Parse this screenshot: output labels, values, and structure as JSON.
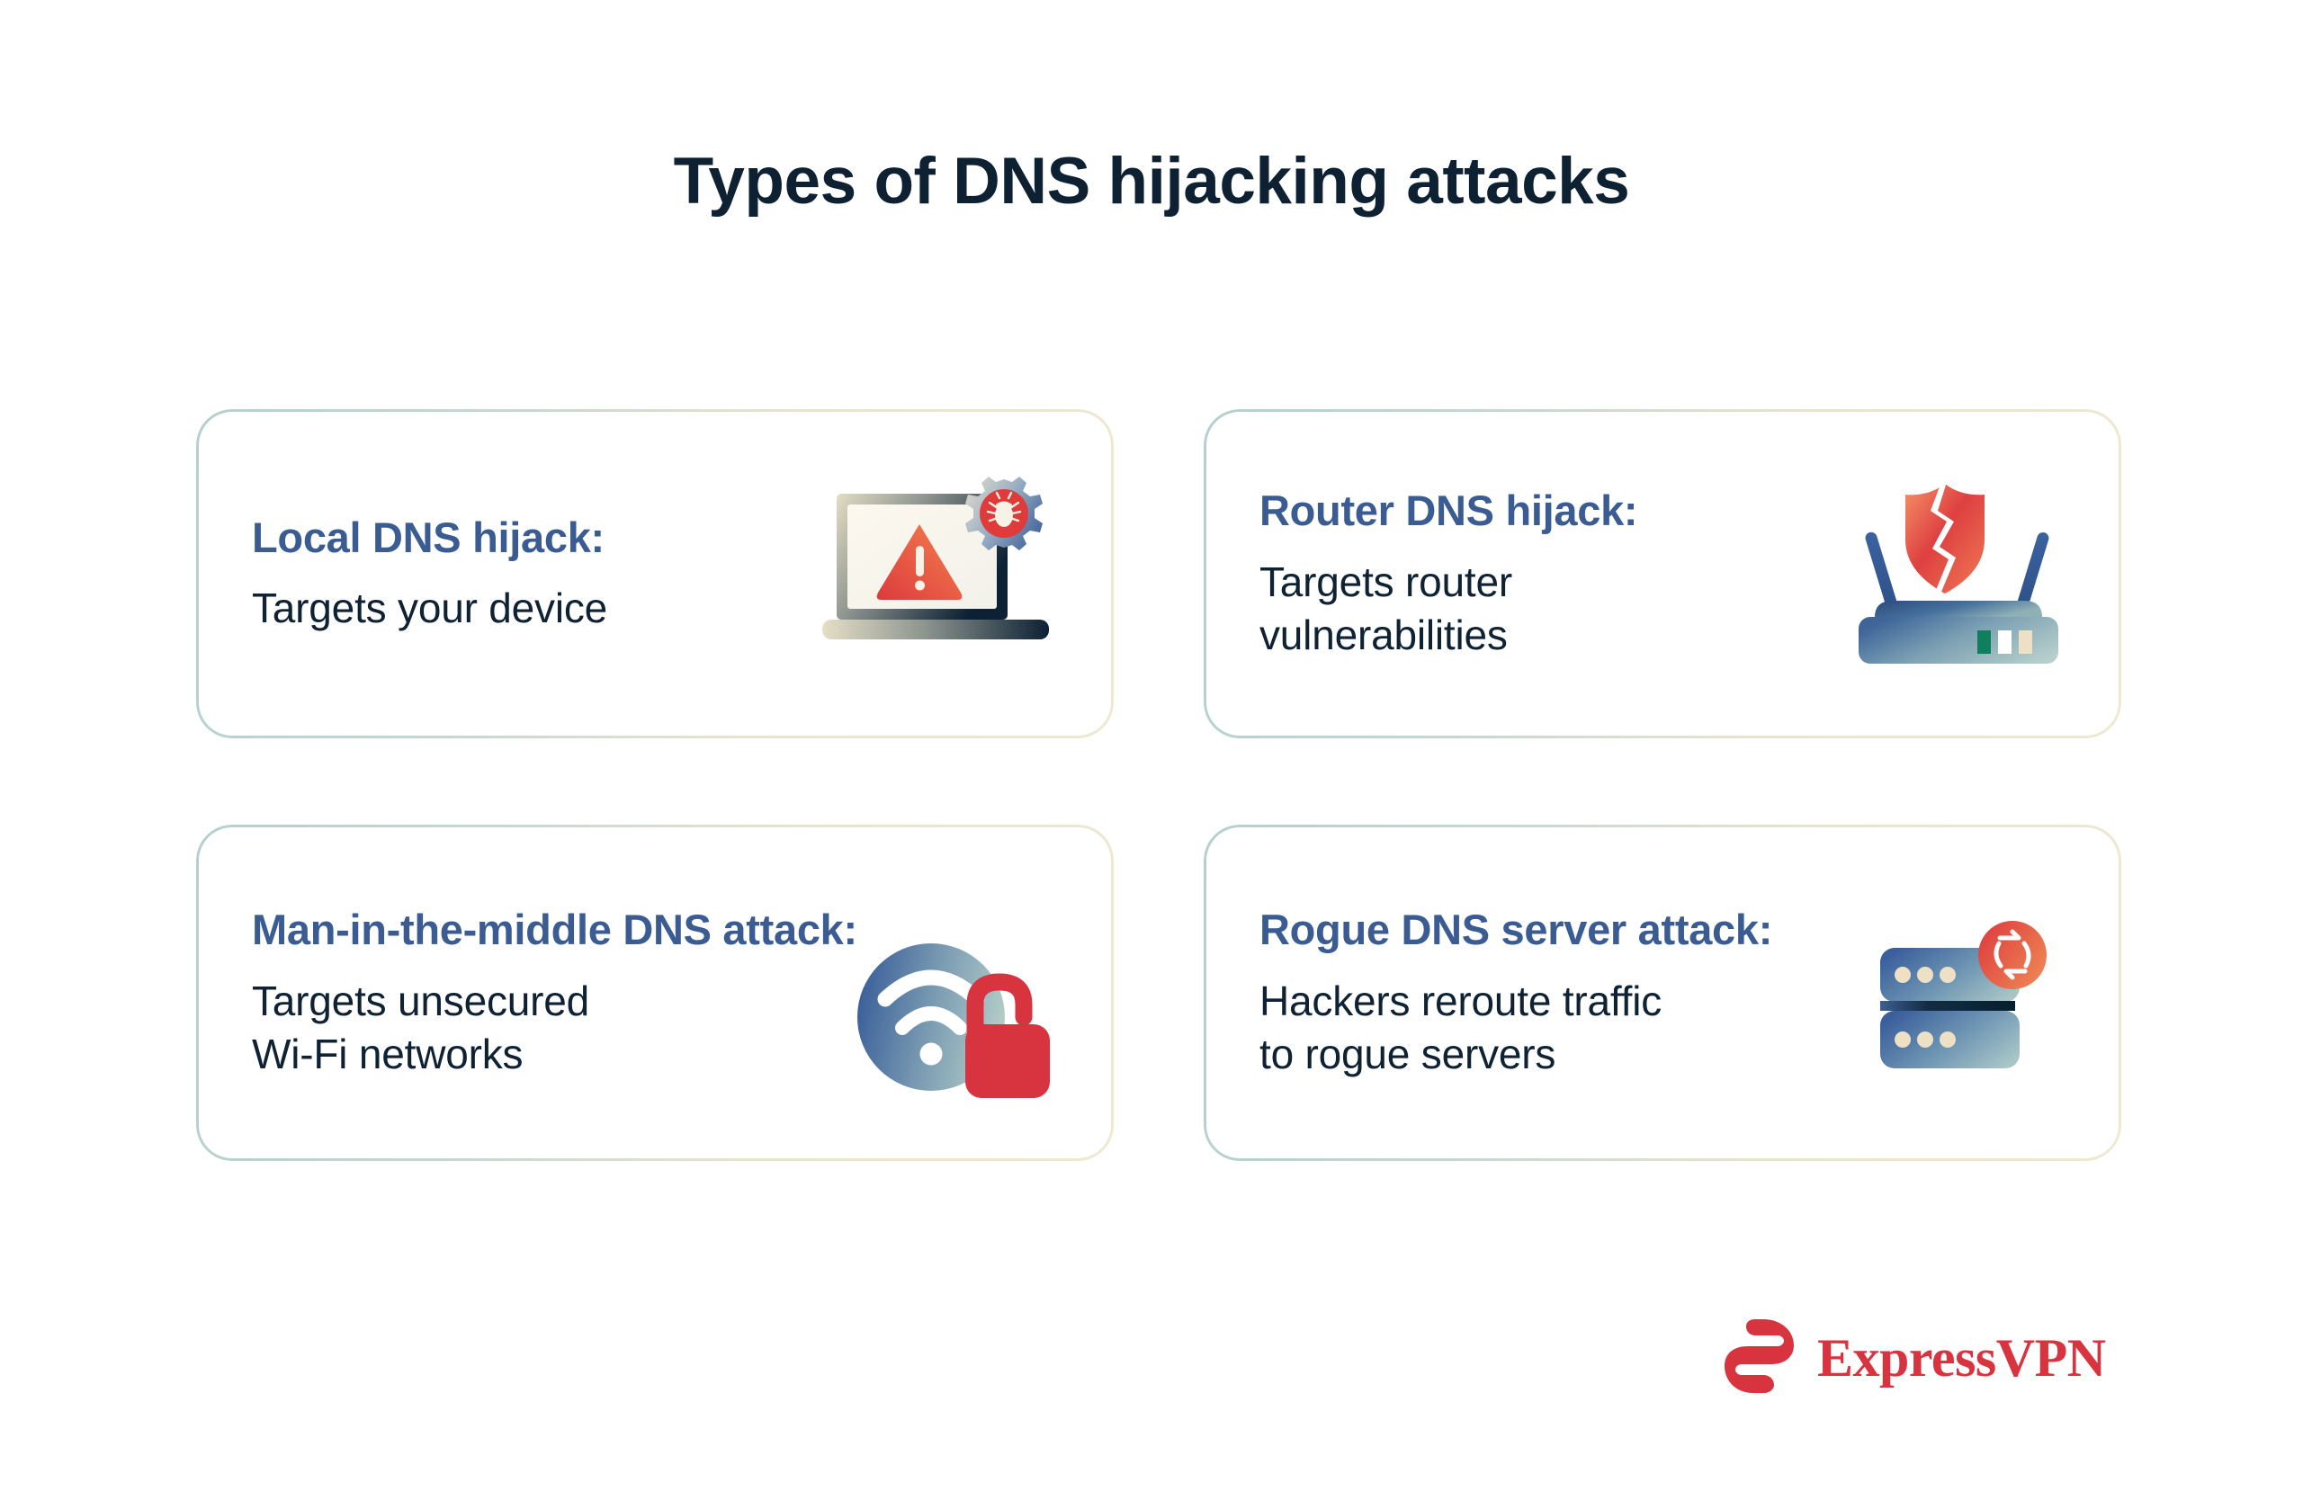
{
  "title": "Types of DNS hijacking attacks",
  "colors": {
    "background": "#ffffff",
    "title_text": "#0d2133",
    "card_heading": "#3a5c93",
    "card_body": "#0e2233",
    "card_border_start": "#b4d0cd",
    "card_border_end": "#efe8d2",
    "brand_red": "#d8343f",
    "accent_red": "#e03b3b",
    "warning_orange": "#ef6b4f",
    "router_blue": "#3d6099",
    "server_teal": "#9fc2c6",
    "led_green": "#0f7f5e",
    "led_cream": "#ede0c4"
  },
  "cards": [
    {
      "id": "local-dns-hijack",
      "heading": "Local DNS hijack:",
      "body": "Targets your device",
      "icon": "laptop-warning-bug-icon"
    },
    {
      "id": "router-dns-hijack",
      "heading": "Router DNS hijack:",
      "body": "Targets router\nvulnerabilities",
      "icon": "router-broken-shield-icon"
    },
    {
      "id": "man-in-the-middle-dns-attack",
      "heading": "Man-in-the-middle DNS attack:",
      "body": "Targets unsecured\nWi-Fi networks",
      "icon": "wifi-open-padlock-icon"
    },
    {
      "id": "rogue-dns-server-attack",
      "heading": "Rogue DNS server attack:",
      "body": "Hackers reroute traffic\nto rogue servers",
      "icon": "server-stack-redirect-icon"
    }
  ],
  "brand": {
    "name": "ExpressVPN",
    "mark": "expressvpn-e-logo-icon"
  }
}
